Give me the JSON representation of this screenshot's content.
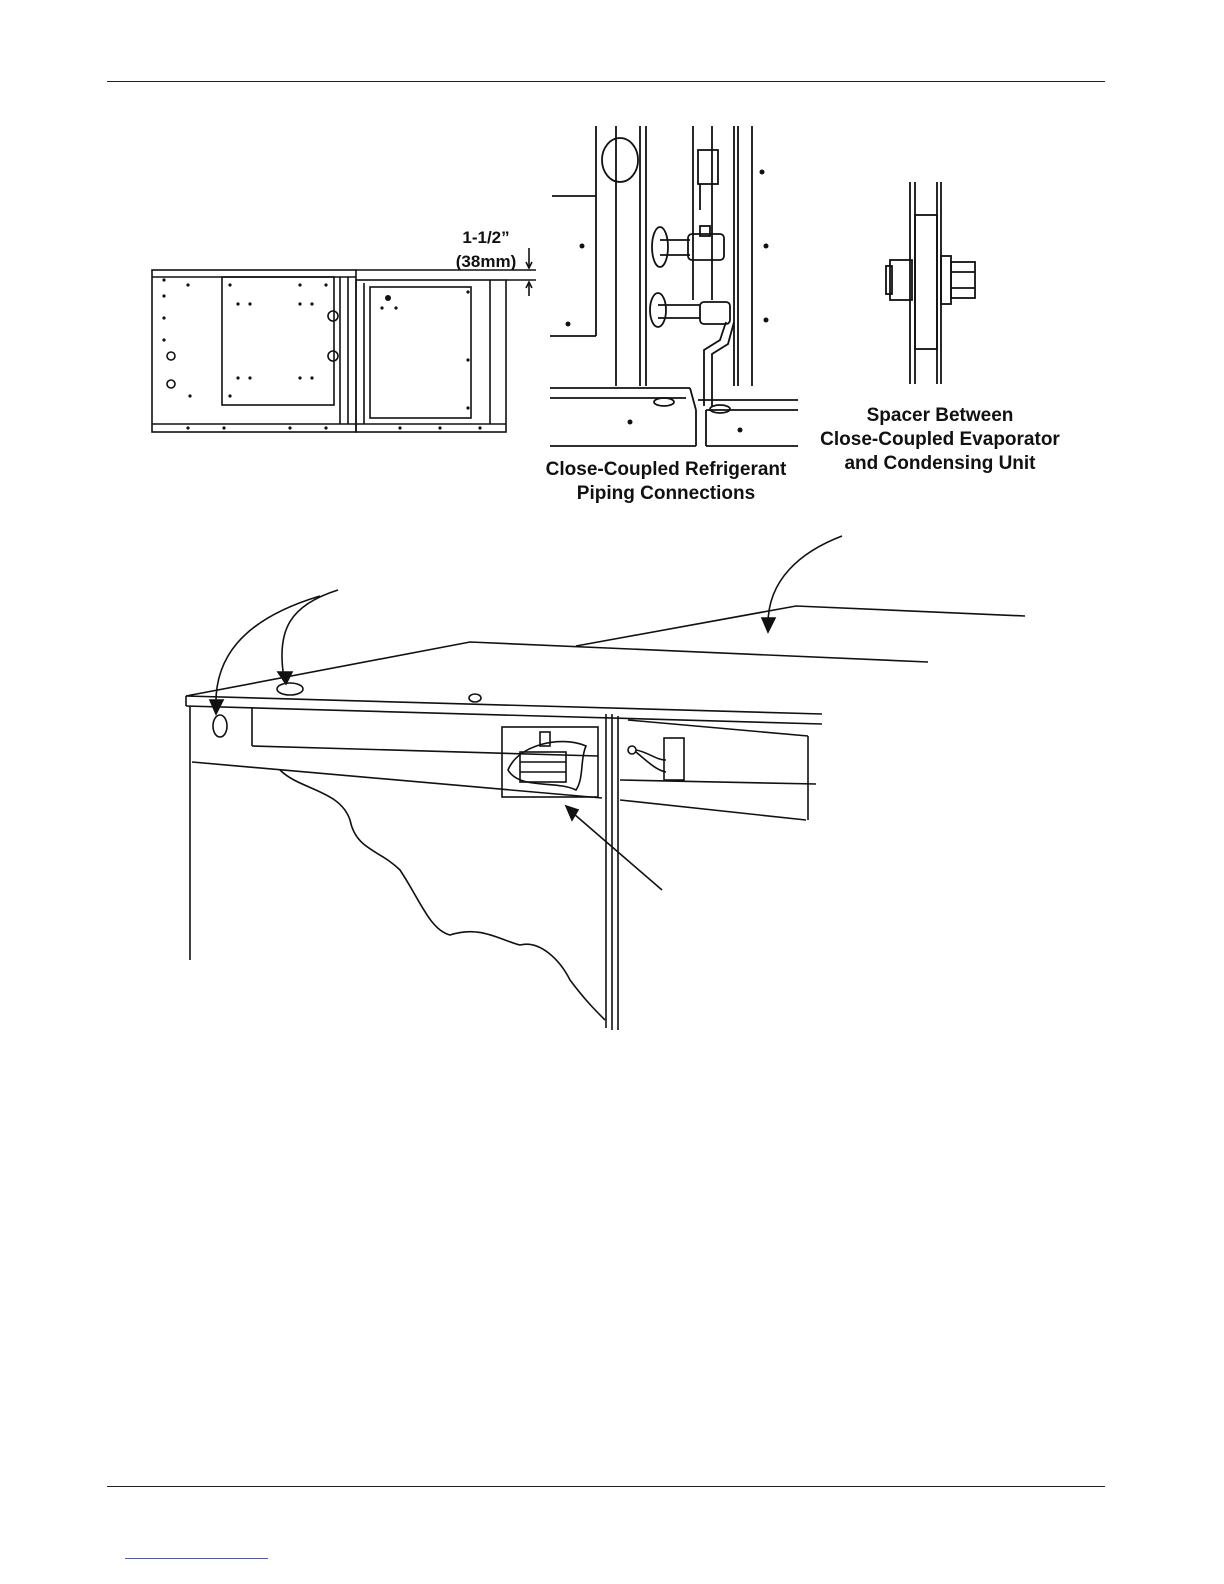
{
  "figure1": {
    "dimension_line1": "1-1/2”",
    "dimension_line2": "(38mm)"
  },
  "figure2": {
    "caption_line1": "Close-Coupled Refrigerant",
    "caption_line2": "Piping Connections"
  },
  "figure3": {
    "caption_line1": "Spacer Between",
    "caption_line2": "Close-Coupled Evaporator",
    "caption_line3": "and Condensing Unit"
  },
  "colors": {
    "line": "#111111",
    "footer_link": "#3b5bd6"
  }
}
